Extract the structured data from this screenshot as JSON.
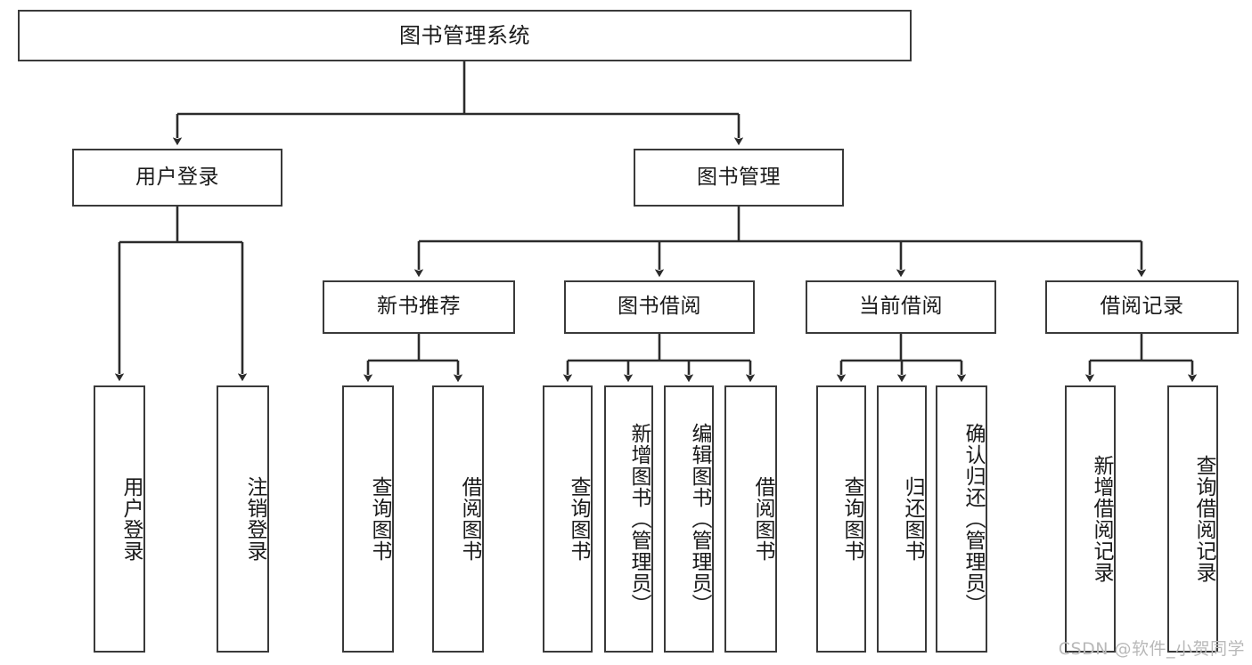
{
  "diagram": {
    "title": "图书管理系统",
    "type": "tree-hierarchy-chart",
    "root": {
      "label": "图书管理系统"
    },
    "level2": [
      {
        "id": "user-login",
        "label": "用户登录"
      },
      {
        "id": "book-management",
        "label": "图书管理"
      }
    ],
    "level3": [
      {
        "id": "new-book-recommend",
        "label": "新书推荐",
        "parent": "book-management"
      },
      {
        "id": "book-borrow",
        "label": "图书借阅",
        "parent": "book-management"
      },
      {
        "id": "current-borrow",
        "label": "当前借阅",
        "parent": "book-management"
      },
      {
        "id": "borrow-record",
        "label": "借阅记录",
        "parent": "book-management"
      }
    ],
    "leaves": [
      {
        "id": "leaf-user-login",
        "label": "用户登录",
        "parent": "user-login"
      },
      {
        "id": "leaf-logout-login",
        "label": "注销登录",
        "parent": "user-login"
      },
      {
        "id": "leaf-query-book-1",
        "label": "查询图书",
        "parent": "new-book-recommend"
      },
      {
        "id": "leaf-borrow-book-1",
        "label": "借阅图书",
        "parent": "new-book-recommend"
      },
      {
        "id": "leaf-query-book-2",
        "label": "查询图书",
        "parent": "book-borrow"
      },
      {
        "id": "leaf-add-book",
        "label": "新增图书（管理员）",
        "parent": "book-borrow"
      },
      {
        "id": "leaf-edit-book",
        "label": "编辑图书（管理员）",
        "parent": "book-borrow"
      },
      {
        "id": "leaf-borrow-book-2",
        "label": "借阅图书",
        "parent": "book-borrow"
      },
      {
        "id": "leaf-query-book-3",
        "label": "查询图书",
        "parent": "current-borrow"
      },
      {
        "id": "leaf-return-book",
        "label": "归还图书",
        "parent": "current-borrow"
      },
      {
        "id": "leaf-confirm-return",
        "label": "确认归还（管理员）",
        "parent": "current-borrow"
      },
      {
        "id": "leaf-add-record",
        "label": "新增借阅记录",
        "parent": "borrow-record"
      },
      {
        "id": "leaf-query-record",
        "label": "查询借阅记录",
        "parent": "borrow-record"
      }
    ],
    "colors": {
      "stroke": "#3a3a3a",
      "fill": "#ffffff",
      "text": "#1a1a1a",
      "watermark": "#b9b9b9"
    }
  },
  "watermark": {
    "text": "CSDN @软件_小贺同学"
  }
}
